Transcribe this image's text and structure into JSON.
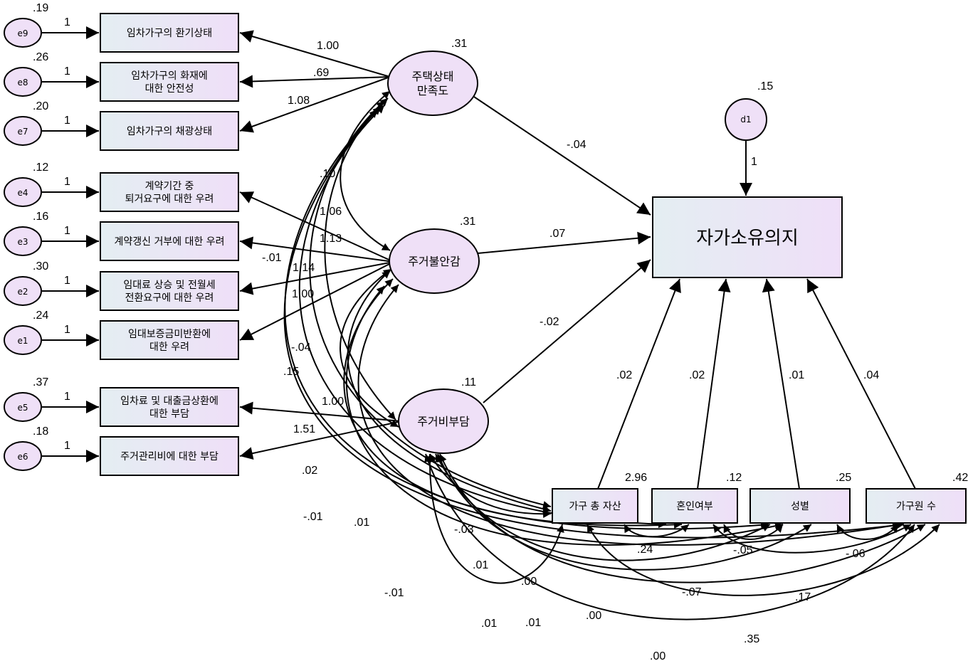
{
  "colors": {
    "fill": "#efe0f7",
    "box_fill": "#eaeaf6",
    "stroke": "#000000"
  },
  "outcome": {
    "label": "자가소유의지",
    "residual": {
      "name": "d1",
      "variance": ".15",
      "path": "1"
    }
  },
  "latents": [
    {
      "id": "L1",
      "label_lines": [
        "주택상태",
        "만족도"
      ],
      "variance": ".31",
      "to_outcome": "-.04"
    },
    {
      "id": "L2",
      "label_lines": [
        "주거불안감"
      ],
      "variance": ".31",
      "to_outcome": ".07"
    },
    {
      "id": "L3",
      "label_lines": [
        "주거비부담"
      ],
      "variance": ".11",
      "to_outcome": "-.02"
    }
  ],
  "indicators": [
    {
      "err": "e9",
      "var": ".19",
      "one": "1",
      "lines": [
        "임차가구의 환기상태"
      ],
      "loading": "1.00",
      "latent": "L1"
    },
    {
      "err": "e8",
      "var": ".26",
      "one": "1",
      "lines": [
        "임차가구의 화재에",
        "대한 안전성"
      ],
      "loading": ".69",
      "latent": "L1"
    },
    {
      "err": "e7",
      "var": ".20",
      "one": "1",
      "lines": [
        "임차가구의 채광상태"
      ],
      "loading": "1.08",
      "latent": "L1"
    },
    {
      "err": "e4",
      "var": ".12",
      "one": "1",
      "lines": [
        "계약기간 중",
        "퇴거요구에 대한 우려"
      ],
      "loading": "1.06",
      "latent": "L2"
    },
    {
      "err": "e3",
      "var": ".16",
      "one": "1",
      "lines": [
        "계약갱신 거부에 대한 우려"
      ],
      "loading": "1.13",
      "latent": "L2"
    },
    {
      "err": "e2",
      "var": ".30",
      "one": "1",
      "lines": [
        "임대료 상승 및 전월세",
        "전환요구에 대한 우려"
      ],
      "loading": "1.14",
      "latent": "L2"
    },
    {
      "err": "e1",
      "var": ".24",
      "one": "1",
      "lines": [
        "임대보증금미반환에",
        "대한 우려"
      ],
      "loading": "1.00",
      "latent": "L2"
    },
    {
      "err": "e5",
      "var": ".37",
      "one": "1",
      "lines": [
        "임차료 및 대출금상환에",
        "대한 부담"
      ],
      "loading": "1.00",
      "latent": "L3"
    },
    {
      "err": "e6",
      "var": ".18",
      "one": "1",
      "lines": [
        "주거관리비에 대한 부담"
      ],
      "loading": "1.51",
      "latent": "L3"
    }
  ],
  "controls": [
    {
      "label": "가구 총 자산",
      "variance": "2.96",
      "to_outcome": ".02"
    },
    {
      "label": "혼인여부",
      "variance": ".12",
      "to_outcome": ".02"
    },
    {
      "label": "성별",
      "variance": ".25",
      "to_outcome": ".01"
    },
    {
      "label": "가구원 수",
      "variance": ".42",
      "to_outcome": ".04"
    }
  ],
  "covariances": [
    {
      "value": ".10"
    },
    {
      "value": "-.01"
    },
    {
      "value": "-.04"
    },
    {
      "value": ".15"
    },
    {
      "value": ".02"
    },
    {
      "value": "-.01"
    },
    {
      "value": ".01"
    },
    {
      "value": "-.03"
    },
    {
      "value": ".01"
    },
    {
      "value": ".24"
    },
    {
      "value": "-.05"
    },
    {
      "value": "-.06"
    },
    {
      "value": "-.07"
    },
    {
      "value": ".00"
    },
    {
      "value": "-.01"
    },
    {
      "value": ".17"
    },
    {
      "value": ".01"
    },
    {
      "value": ".01"
    },
    {
      "value": ".00"
    },
    {
      "value": ".35"
    },
    {
      "value": ".00"
    }
  ]
}
